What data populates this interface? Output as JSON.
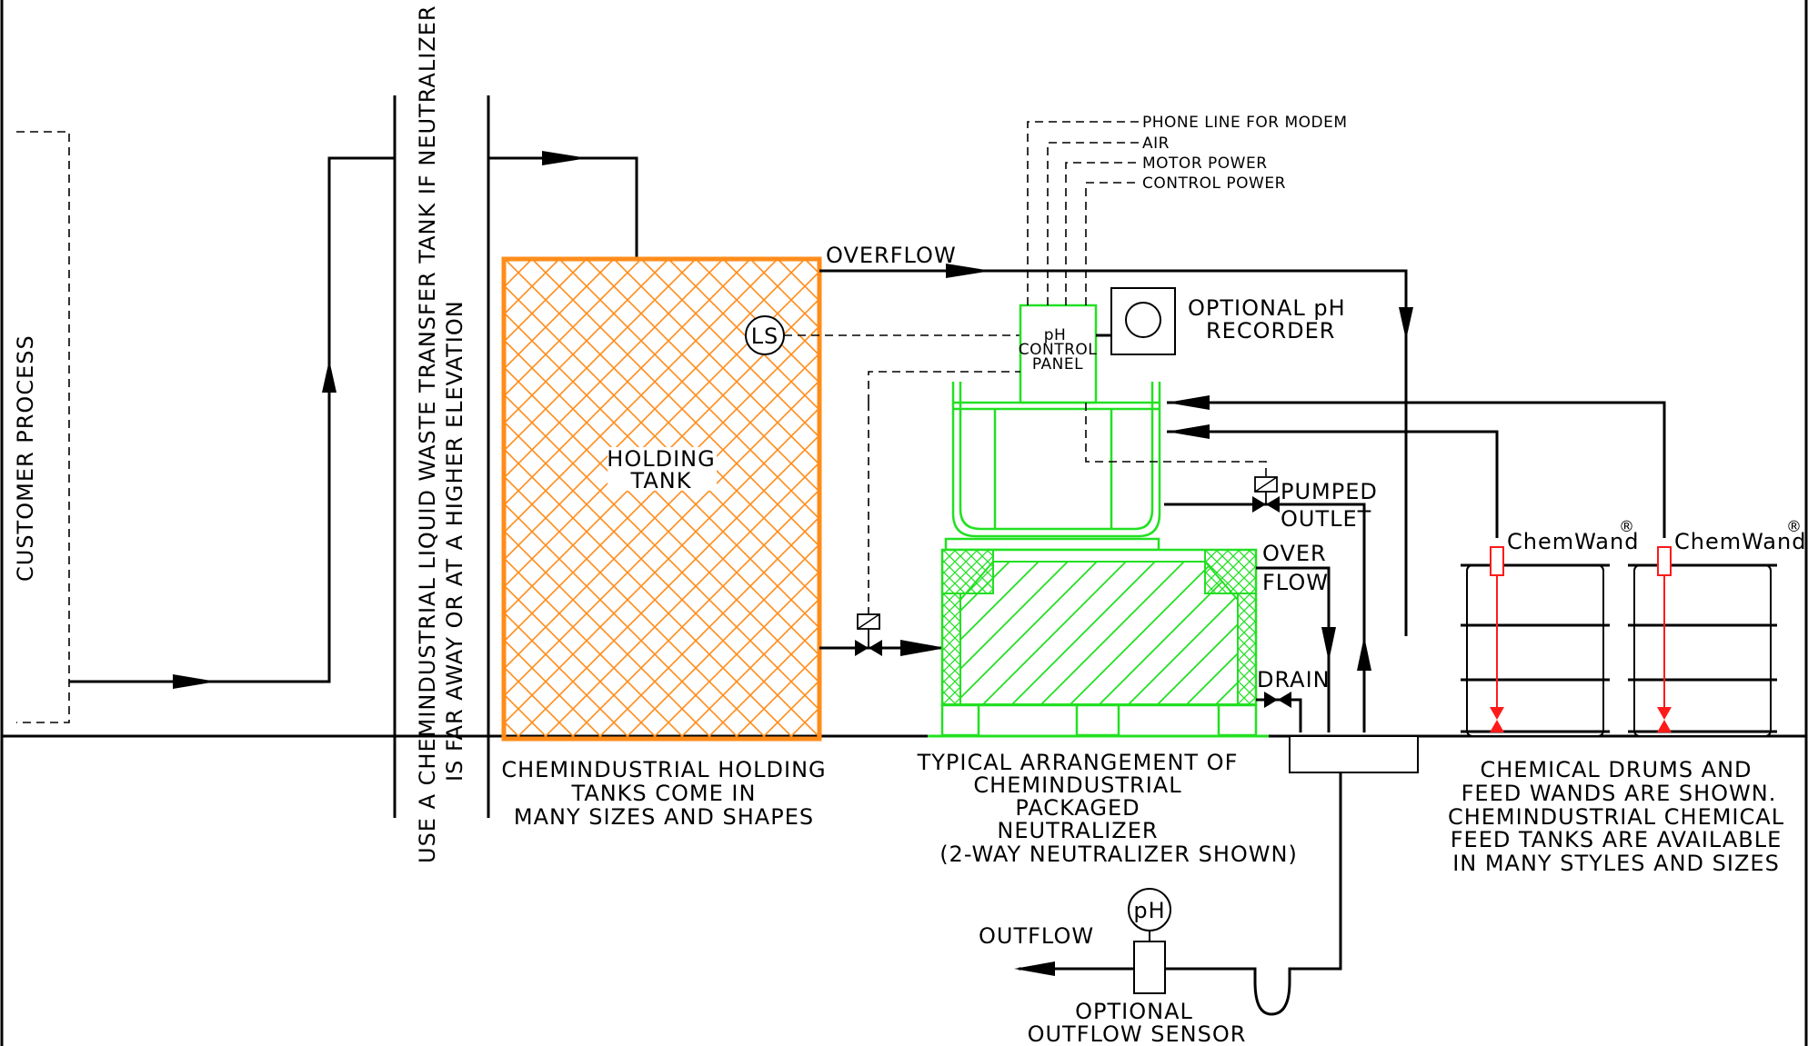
{
  "labels": {
    "customer_process": "CUSTOMER PROCESS",
    "transfer_note_1": "USE A CHEMINDUSTRIAL LIQUID WASTE TRANSFER TANK IF NEUTRALIZER",
    "transfer_note_2": "IS FAR AWAY OR AT A HIGHER ELEVATION",
    "holding_tank_1": "HOLDING",
    "holding_tank_2": "TANK",
    "overflow": "OVERFLOW",
    "ls": "LS",
    "ph_panel_1": "pH",
    "ph_panel_2": "CONTROL",
    "ph_panel_3": "PANEL",
    "phone_line": "PHONE LINE FOR MODEM",
    "air": "AIR",
    "motor_power": "MOTOR POWER",
    "control_power": "CONTROL POWER",
    "recorder_1": "OPTIONAL pH",
    "recorder_2": "RECORDER",
    "pumped_1": "PUMPED",
    "pumped_2": "OUTLET",
    "over_1": "OVER",
    "over_2": "FLOW",
    "drain": "DRAIN",
    "chemwand": "ChemWand",
    "reg": "®",
    "holding_caption_1": "CHEMINDUSTRIAL HOLDING",
    "holding_caption_2": "TANKS COME IN",
    "holding_caption_3": "MANY SIZES AND SHAPES",
    "neutralizer_caption_1": "TYPICAL ARRANGEMENT OF",
    "neutralizer_caption_2": "CHEMINDUSTRIAL",
    "neutralizer_caption_3": "PACKAGED",
    "neutralizer_caption_4": "NEUTRALIZER",
    "neutralizer_caption_5": "(2-WAY NEUTRALIZER SHOWN)",
    "drums_caption_1": "CHEMICAL DRUMS AND",
    "drums_caption_2": "FEED WANDS ARE SHOWN.",
    "drums_caption_3": "CHEMINDUSTRIAL CHEMICAL",
    "drums_caption_4": "FEED TANKS ARE AVAILABLE",
    "drums_caption_5": "IN MANY STYLES AND SIZES",
    "outflow": "OUTFLOW",
    "ph_sensor": "pH",
    "sensor_caption_1": "OPTIONAL",
    "sensor_caption_2": "OUTFLOW SENSOR"
  },
  "colors": {
    "holding_tank": "#ff8c1a",
    "neutralizer": "#22e022",
    "feed_wand": "#ff1a1a",
    "line": "#000000"
  }
}
